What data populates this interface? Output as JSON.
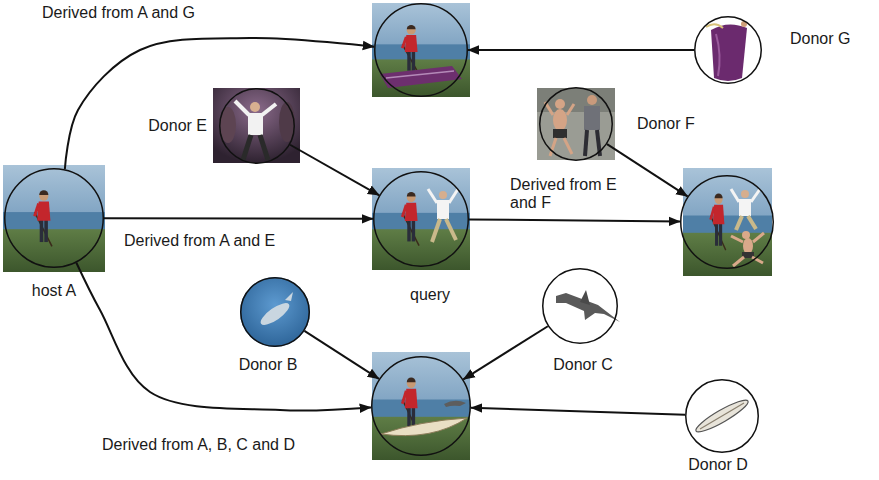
{
  "diagram": {
    "nodes": [
      {
        "text": []
      },
      {
        "text": [
          "Donor G"
        ]
      },
      {
        "text": [
          "Donor E"
        ]
      },
      {
        "text": [
          "Donor F"
        ]
      },
      {
        "text": [
          "host A"
        ]
      },
      {
        "text": [
          "query"
        ]
      },
      {
        "text": []
      },
      {
        "text": [
          "Donor B"
        ]
      },
      {
        "text": [
          "Donor C"
        ]
      },
      {
        "text": []
      },
      {
        "text": [
          "Donor D"
        ]
      }
    ],
    "edges": [
      {
        "from": 4,
        "to": 0,
        "arrow": "to",
        "label": "Derived from A and G"
      },
      {
        "from": 1,
        "to": 0,
        "arrow": "to"
      },
      {
        "from": 2,
        "to": 5,
        "arrow": "to"
      },
      {
        "from": 4,
        "to": 5,
        "arrow": "to",
        "label": "Derived from A and E"
      },
      {
        "from": 3,
        "to": 6,
        "arrow": "to"
      },
      {
        "from": 5,
        "to": 6,
        "arrow": "to",
        "label": "Derived from E and F"
      },
      {
        "from": 7,
        "to": 9,
        "arrow": "to"
      },
      {
        "from": 8,
        "to": 9,
        "arrow": "to"
      },
      {
        "from": 10,
        "to": 9,
        "arrow": "to"
      },
      {
        "from": 4,
        "to": 9,
        "arrow": "to",
        "label": "Derived from A, B, C and D"
      }
    ]
  }
}
